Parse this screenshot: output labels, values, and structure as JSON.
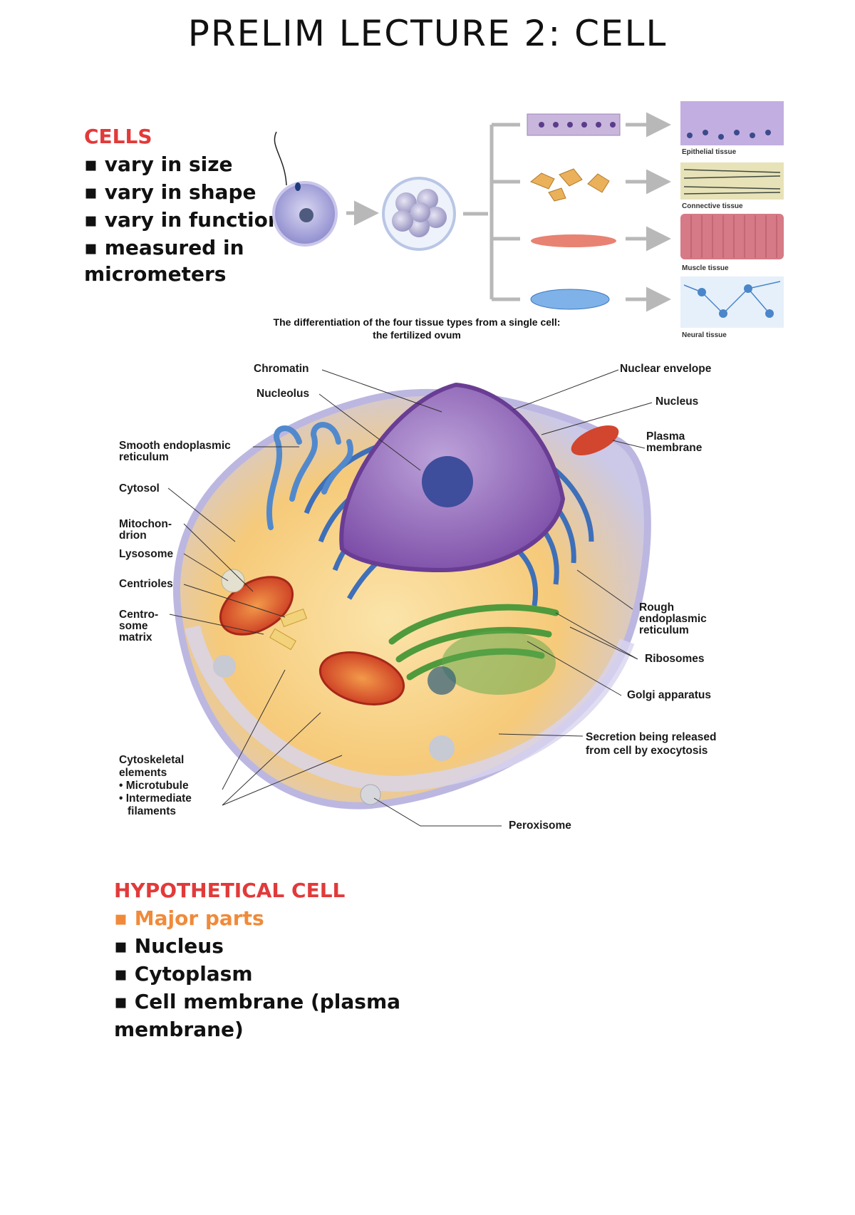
{
  "title": "PRELIM LECTURE 2: CELL",
  "cells_section": {
    "heading": "CELLS",
    "bullets": [
      "▪ vary in size",
      "▪ vary in shape",
      "▪ vary in function",
      "▪ measured in"
    ],
    "continuation": "micrometers"
  },
  "differentiation_figure": {
    "caption_line1": "The differentiation of the four tissue types from a single cell:",
    "caption_line2": "the fertilized ovum",
    "tissues": [
      "Epithelial tissue",
      "Connective tissue",
      "Muscle tissue",
      "Neural tissue"
    ]
  },
  "cell_diagram": {
    "labels_left": {
      "chromatin": "Chromatin",
      "nucleolus": "Nucleolus",
      "smooth_er_1": "Smooth endoplasmic",
      "smooth_er_2": "reticulum",
      "cytosol": "Cytosol",
      "mito_1": "Mitochon-",
      "mito_2": "drion",
      "lysosome": "Lysosome",
      "centrioles": "Centrioles",
      "centro_1": "Centro-",
      "centro_2": "some",
      "centro_3": "matrix",
      "cyto_1": "Cytoskeletal",
      "cyto_2": "elements",
      "cyto_3": "• Microtubule",
      "cyto_4": "• Intermediate",
      "cyto_5": "filaments"
    },
    "labels_right": {
      "nuclear_envelope": "Nuclear envelope",
      "nucleus": "Nucleus",
      "plasma_1": "Plasma",
      "plasma_2": "membrane",
      "rough_er_1": "Rough",
      "rough_er_2": "endoplasmic",
      "rough_er_3": "reticulum",
      "ribosomes": "Ribosomes",
      "golgi": "Golgi apparatus",
      "secretion_1": "Secretion being released",
      "secretion_2": "from cell by exocytosis",
      "peroxisome": "Peroxisome"
    }
  },
  "hypothetical_section": {
    "heading": "HYPOTHETICAL CELL",
    "subheading": "▪ Major parts",
    "bullets": [
      "▪ Nucleus",
      "▪ Cytoplasm",
      "▪ Cell membrane (plasma"
    ],
    "continuation": "membrane)"
  },
  "colors": {
    "heading_red": "#e23a3a",
    "accent_orange": "#f08a3a",
    "nucleus_purple": "#8a4fb0",
    "er_blue": "#3e6fb8",
    "golgi_green": "#4f9a3c",
    "mito_red": "#d2452f"
  }
}
